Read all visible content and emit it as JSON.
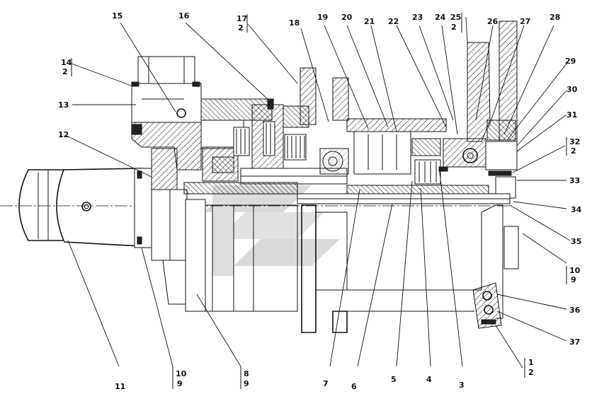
{
  "callouts": {
    "c1": "1",
    "c2": "2",
    "c3": "3",
    "c4": "4",
    "c5": "5",
    "c6": "6",
    "c7": "7",
    "c8": "8",
    "c9": "9",
    "c10": "10",
    "c11": "11",
    "c12": "12",
    "c13": "13",
    "c14": "14",
    "c15": "15",
    "c16": "16",
    "c17": "17",
    "c18": "18",
    "c19": "19",
    "c20": "20",
    "c21": "21",
    "c22": "22",
    "c23": "23",
    "c24": "24",
    "c25": "25",
    "c26": "26",
    "c27": "27",
    "c28": "28",
    "c29": "29",
    "c30": "30",
    "c31": "31",
    "c32": "32",
    "c33": "33",
    "c34": "34",
    "c35": "35",
    "c36": "36",
    "c37": "37"
  },
  "sheet_refs": {
    "two": "2",
    "nine": "9"
  }
}
